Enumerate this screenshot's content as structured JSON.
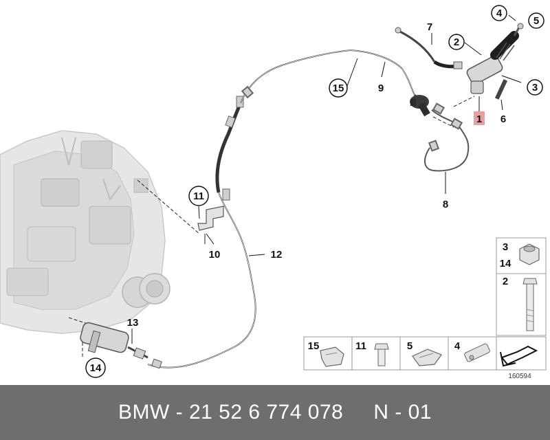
{
  "diagram": {
    "callouts": {
      "c1": "1",
      "c2": "2",
      "c3": "3",
      "c4": "4",
      "c5": "5",
      "c6": "6",
      "c7": "7",
      "c8": "8",
      "c9": "9",
      "c10": "10",
      "c11": "11",
      "c12": "12",
      "c13": "13",
      "c14": "14",
      "c15": "15"
    },
    "legend": {
      "nut_numbers": [
        "3",
        "14"
      ],
      "bolt_long": "2",
      "row": [
        "15",
        "11",
        "5",
        "4"
      ]
    },
    "ref_number": "160594",
    "highlight_color": "#e8a0a0"
  },
  "footer": {
    "brand": "BMW",
    "part_number": "- 21 52 6 774 078",
    "variant": "N - 01"
  }
}
